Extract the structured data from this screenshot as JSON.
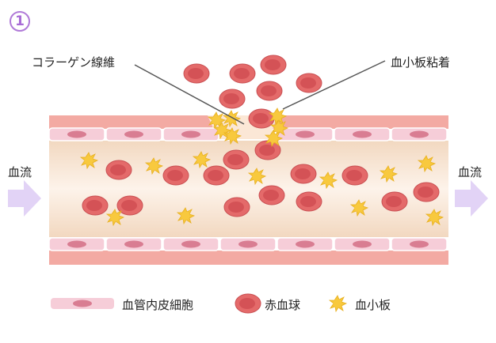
{
  "step_badge": "1",
  "annotations": {
    "collagen": "コラーゲン線維",
    "adhesion": "血小板粘着"
  },
  "flow": {
    "left_label": "血流",
    "right_label": "血流"
  },
  "legend": {
    "endothelial": "血管内皮細胞",
    "rbc": "赤血球",
    "platelet": "血小板"
  },
  "colors": {
    "badge": "#b07ad8",
    "arrow": "#e2d3f6",
    "wall_outer": "#f3aaa3",
    "endothelium": "#f6cdd8",
    "nucleus": "#d97d92",
    "lumen": "#fbeee1",
    "rbc": "#e46a6a",
    "platelet": "#f6c63a"
  }
}
